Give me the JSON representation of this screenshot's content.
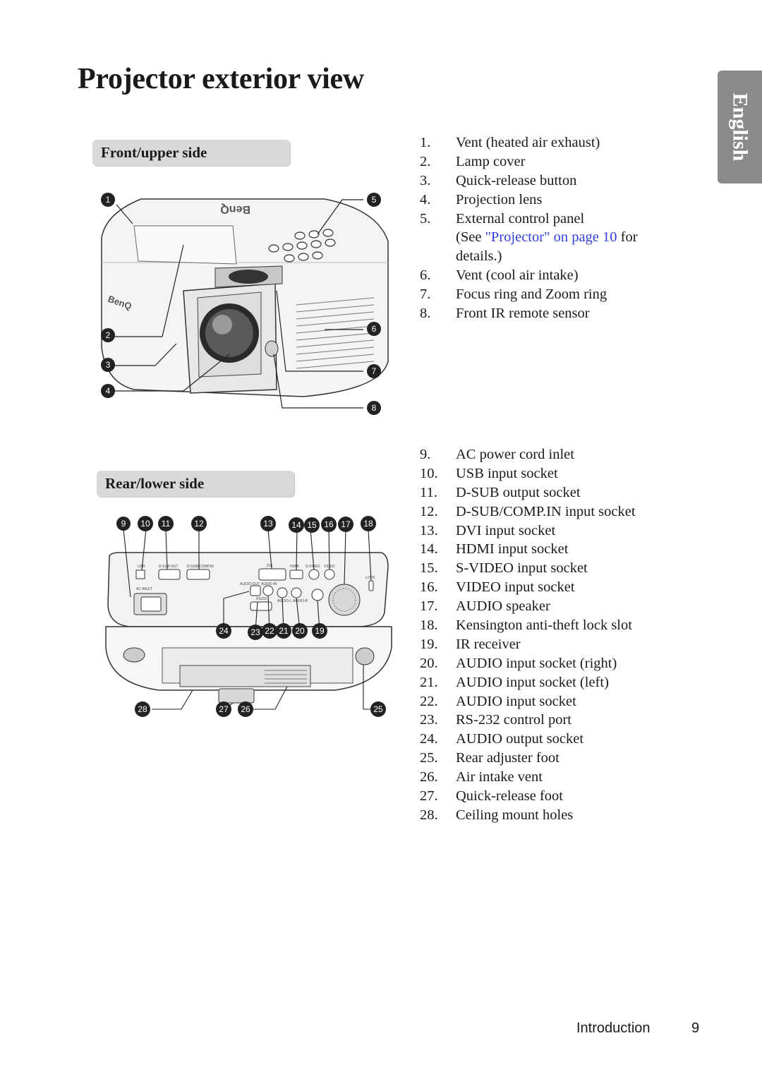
{
  "page": {
    "title": "Projector exterior view",
    "language_tab": "English",
    "footer": {
      "section": "Introduction",
      "page_number": "9"
    }
  },
  "sections": {
    "front": {
      "heading": "Front/upper side"
    },
    "rear": {
      "heading": "Rear/lower side"
    }
  },
  "front_parts": [
    {
      "num": "1.",
      "label": "Vent (heated air exhaust)"
    },
    {
      "num": "2.",
      "label": "Lamp cover"
    },
    {
      "num": "3.",
      "label": "Quick-release button"
    },
    {
      "num": "4.",
      "label": "Projection lens"
    },
    {
      "num": "5.",
      "label": "External control panel"
    },
    {
      "num": "6.",
      "label": "Vent (cool air intake)"
    },
    {
      "num": "7.",
      "label": "Focus ring and Zoom ring"
    },
    {
      "num": "8.",
      "label": "Front IR remote sensor"
    }
  ],
  "see_note": {
    "prefix": "(See ",
    "link": "\"Projector\" on page 10",
    "suffix": " for",
    "line2": "details.)"
  },
  "rear_parts": [
    {
      "num": "9.",
      "label": "AC power cord inlet"
    },
    {
      "num": "10.",
      "label": "USB input socket"
    },
    {
      "num": "11.",
      "label": "D-SUB output socket"
    },
    {
      "num": "12.",
      "label": "D-SUB/COMP.IN input socket"
    },
    {
      "num": "13.",
      "label": "DVI input socket"
    },
    {
      "num": "14.",
      "label": "HDMI input socket"
    },
    {
      "num": "15.",
      "label": "S-VIDEO input socket"
    },
    {
      "num": "16.",
      "label": "VIDEO input socket"
    },
    {
      "num": "17.",
      "label": "AUDIO speaker"
    },
    {
      "num": "18.",
      "label": "Kensington anti-theft lock slot"
    },
    {
      "num": "19.",
      "label": "IR receiver"
    },
    {
      "num": "20.",
      "label": "AUDIO input socket (right)"
    },
    {
      "num": "21.",
      "label": "AUDIO input socket (left)"
    },
    {
      "num": "22.",
      "label": "AUDIO input socket"
    },
    {
      "num": "23.",
      "label": "RS-232 control port"
    },
    {
      "num": "24.",
      "label": "AUDIO output socket"
    },
    {
      "num": "25.",
      "label": "Rear adjuster foot"
    },
    {
      "num": "26.",
      "label": "Air intake vent"
    },
    {
      "num": "27.",
      "label": "Quick-release foot"
    },
    {
      "num": "28.",
      "label": "Ceiling mount holes"
    }
  ],
  "figure_labels": {
    "brand": "BenQ",
    "usb": "USB",
    "dsub_out": "D-SUB OUT",
    "dsub_comp_in": "D-SUB/COMP.IN",
    "dvi": "DVI",
    "hdmi": "HDMI",
    "svideo": "S-VIDEO",
    "video": "VIDEO",
    "lock": "LOCK",
    "ac_inlet": "AC-INLET",
    "audio_out": "AUDIO-OUT",
    "audio_in": "AUDIO-IN",
    "rs232": "RS232",
    "audio_l": "AUDIO-L",
    "audio_r": "AUDIO-R"
  },
  "callouts": {
    "front": [
      "1",
      "2",
      "3",
      "4",
      "5",
      "6",
      "7",
      "8"
    ],
    "rear": [
      "9",
      "10",
      "11",
      "12",
      "13",
      "14",
      "15",
      "16",
      "17",
      "18",
      "19",
      "20",
      "21",
      "22",
      "23",
      "24",
      "25",
      "26",
      "27",
      "28"
    ]
  }
}
